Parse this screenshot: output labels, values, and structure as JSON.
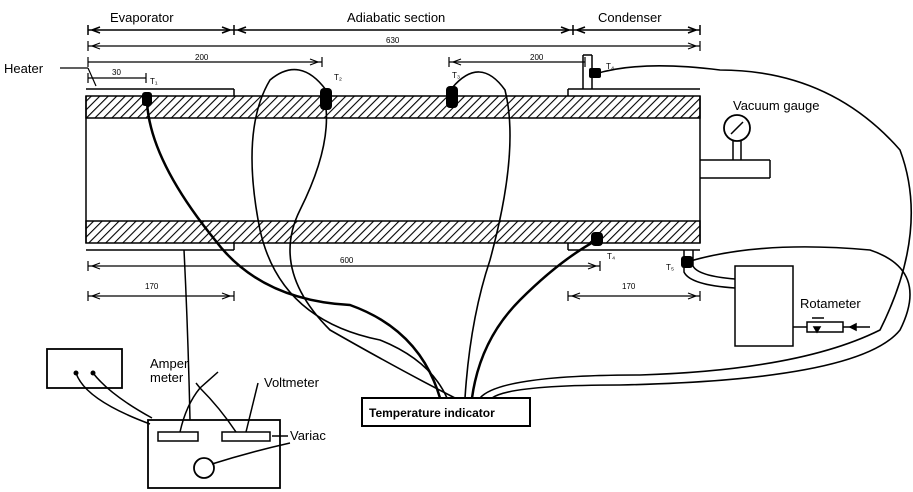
{
  "labels": {
    "evaporator": "Evaporator",
    "adiabatic": "Adiabatic section",
    "condenser": "Condenser",
    "heater": "Heater",
    "vacuum_gauge": "Vacuum gauge",
    "rotameter": "Rotameter",
    "ampere_meter_1": "Amper",
    "ampere_meter_2": "meter",
    "voltmeter": "Voltmeter",
    "variac": "Variac",
    "temperature_indicator": "Temperature indicator"
  },
  "dimensions": {
    "total_top": "630",
    "evap_200": "200",
    "cond_200": "200",
    "heater_30": "30",
    "total_bottom": "600",
    "evap_170": "170",
    "cond_170": "170"
  },
  "thermocouples": {
    "t1": "T₁",
    "t2": "T₂",
    "t3": "T₃",
    "t4": "T₄",
    "t4b": "T₄",
    "t5": "T₅"
  },
  "colors": {
    "line": "#000000",
    "hatch": "#000000",
    "background": "#ffffff"
  }
}
